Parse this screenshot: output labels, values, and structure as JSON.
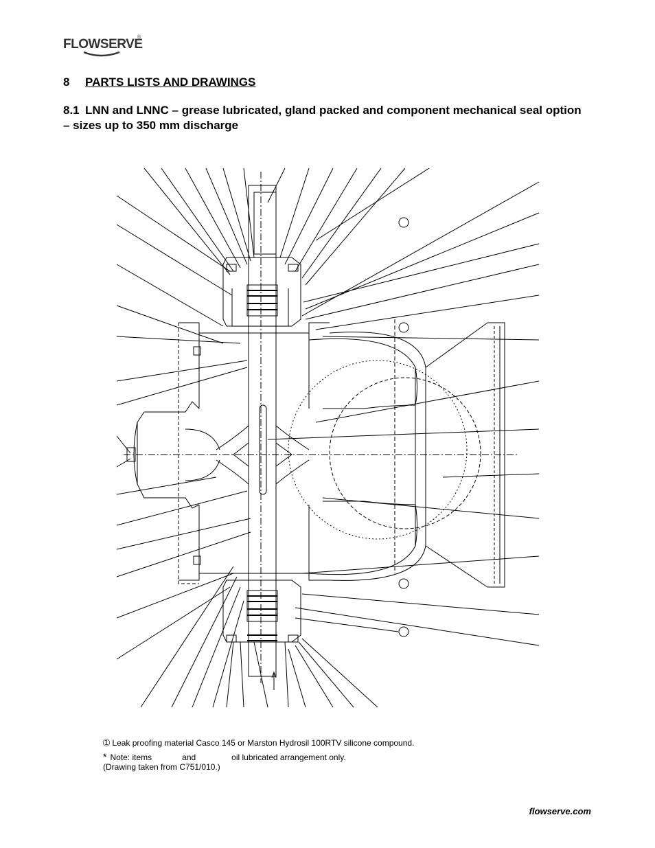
{
  "header": {
    "logo_text": "FLOWSERVE",
    "logo_reg": "®"
  },
  "section": {
    "number": "8",
    "title": "PARTS LISTS AND DRAWINGS"
  },
  "subsection": {
    "number": "8.1",
    "title": "LNN and LNNC – grease lubricated, gland packed and component mechanical seal option – sizes up to 350 mm discharge"
  },
  "notes": {
    "note1_symbol": "➀",
    "note1_text": "Leak proofing material Casco 145 or Marston Hydrosil 100RTV silicone compound.",
    "note2_symbol": "*",
    "note2_prefix": "Note: items",
    "note2_middle": "and",
    "note2_suffix": "oil lubricated arrangement only.",
    "note3_text": "(Drawing taken from C751/010.)"
  },
  "footer": {
    "website": "flowserve.com"
  }
}
